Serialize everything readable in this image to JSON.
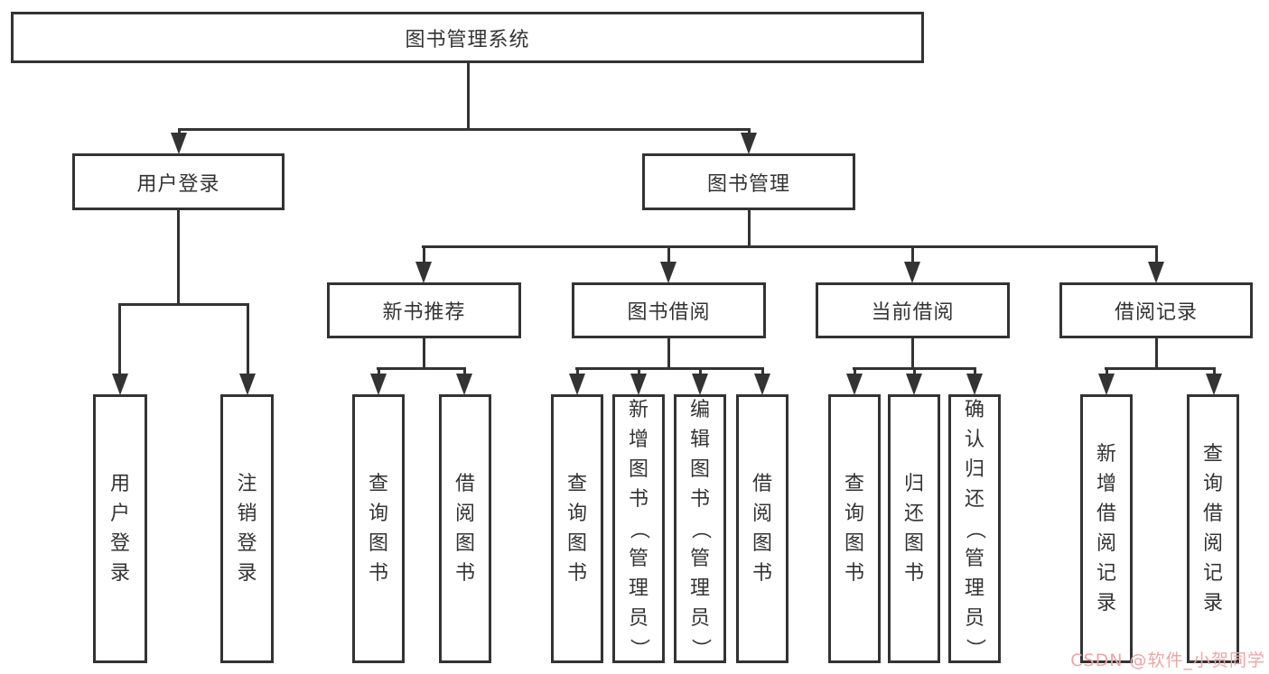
{
  "page": {
    "background_color": "#ffffff",
    "line_color": "#333333",
    "box_border_color": "#333333",
    "text_color": "#333333"
  },
  "tree": {
    "label": "图书管理系统",
    "children": [
      {
        "label": "用户登录",
        "children": [
          {
            "label": "用户登录"
          },
          {
            "label": "注销登录"
          }
        ]
      },
      {
        "label": "图书管理",
        "children": [
          {
            "label": "新书推荐",
            "children": [
              {
                "label": "查询图书"
              },
              {
                "label": "借阅图书"
              }
            ]
          },
          {
            "label": "图书借阅",
            "children": [
              {
                "label": "查询图书"
              },
              {
                "label": "新增图书（管理员）"
              },
              {
                "label": "编辑图书（管理员）"
              },
              {
                "label": "借阅图书"
              }
            ]
          },
          {
            "label": "当前借阅",
            "children": [
              {
                "label": "查询图书"
              },
              {
                "label": "归还图书"
              },
              {
                "label": "确认归还（管理员）"
              }
            ]
          },
          {
            "label": "借阅记录",
            "children": [
              {
                "label": "新增借阅记录"
              },
              {
                "label": "查询借阅记录"
              }
            ]
          }
        ]
      }
    ]
  },
  "watermark": {
    "text": "CSDN @软件_小贺同学",
    "color": "#eda5a5"
  }
}
